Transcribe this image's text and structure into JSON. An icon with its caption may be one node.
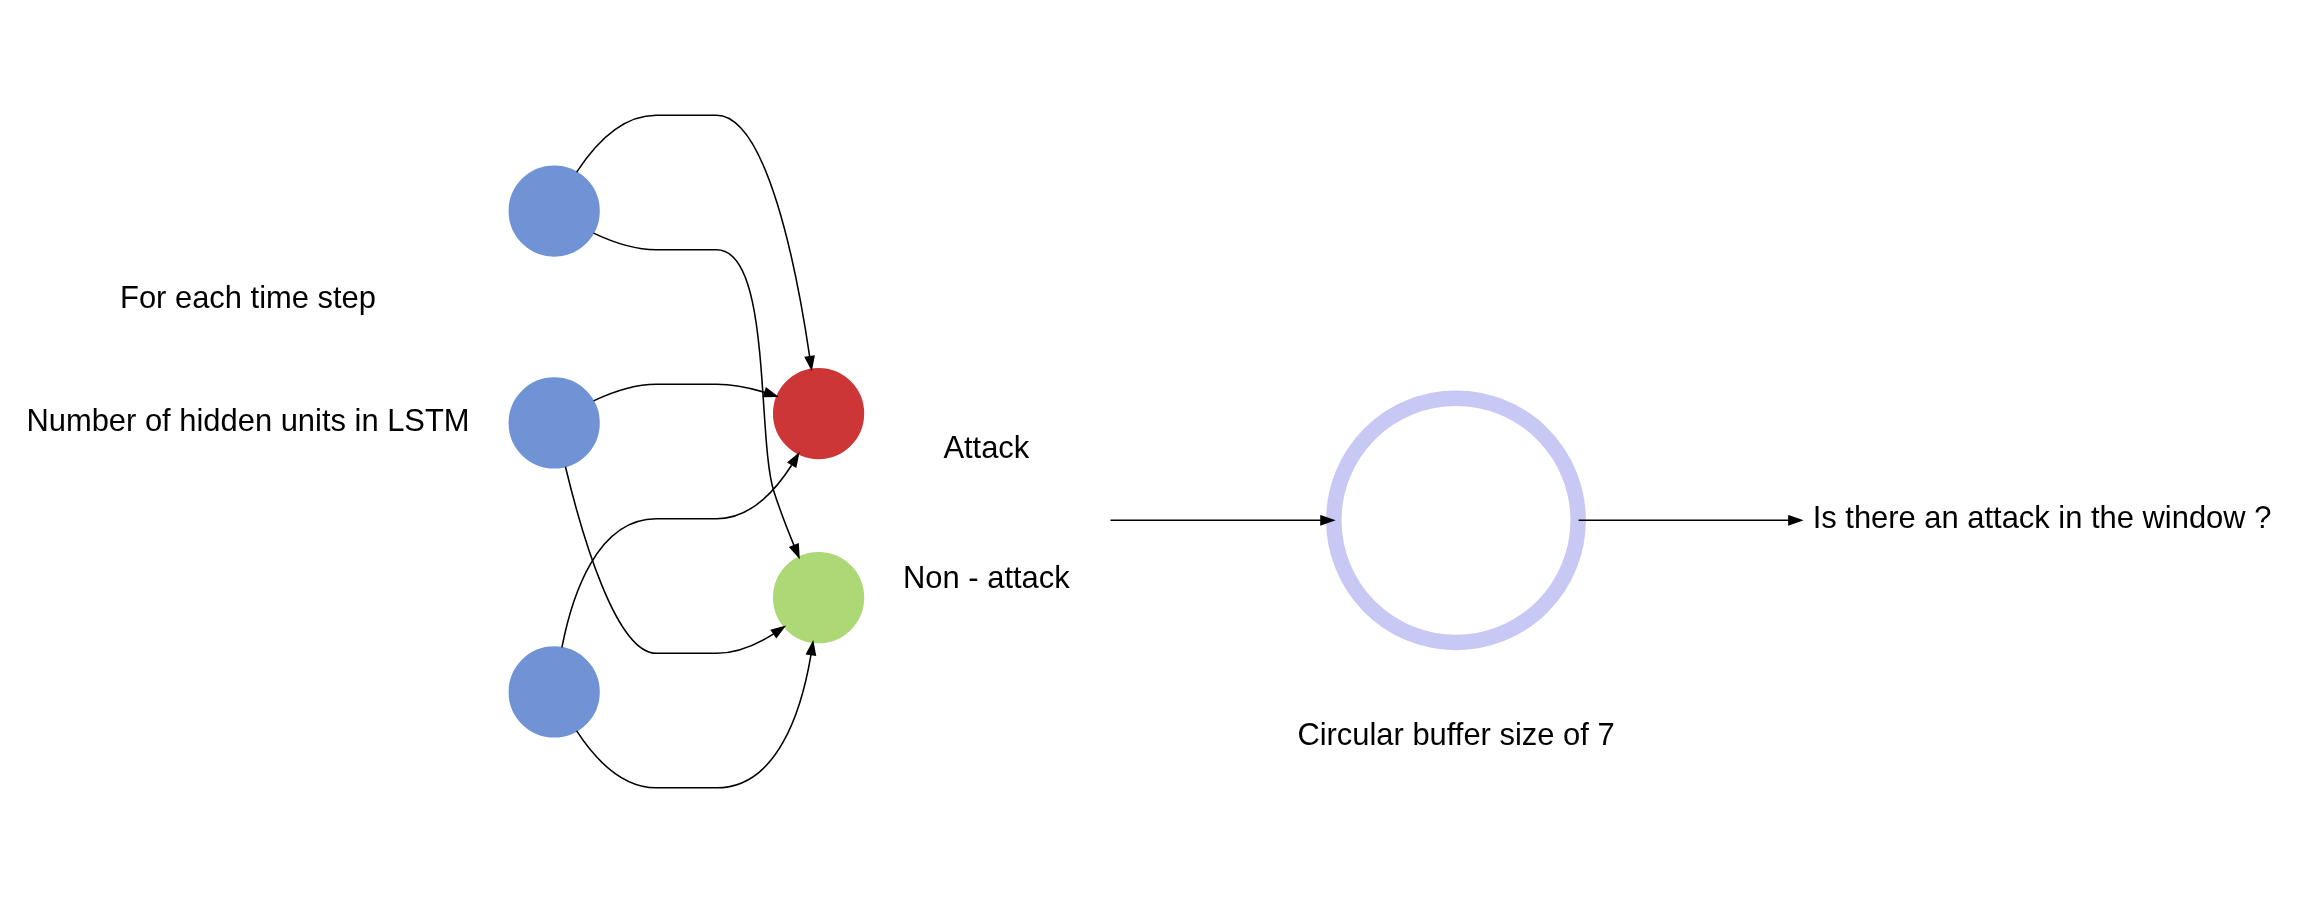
{
  "diagram": {
    "nodes": [
      {
        "text": [],
        "shape": "circle"
      },
      {
        "text": [],
        "shape": "circle"
      },
      {
        "text": [],
        "shape": "circle"
      },
      {
        "text": [],
        "shape": "circle",
        "beside": [
          "Non - attack"
        ]
      },
      {
        "text": [],
        "shape": "circle",
        "beside": [
          "Attack"
        ]
      },
      {
        "text": [],
        "shape": "circle",
        "beside": [
          "Circular buffer size of 7"
        ]
      },
      {
        "text": [
          "Is there an attack in the window ?"
        ]
      }
    ],
    "edges": [
      {
        "from": 0,
        "to": 3,
        "arrow": "to"
      },
      {
        "from": 0,
        "to": 4,
        "arrow": "to"
      },
      {
        "from": 1,
        "to": 3,
        "arrow": "to"
      },
      {
        "from": 1,
        "to": 4,
        "arrow": "to"
      },
      {
        "from": 2,
        "to": 3,
        "arrow": "to"
      },
      {
        "from": 2,
        "to": 4,
        "arrow": "to"
      },
      {
        "from": null,
        "to": 5,
        "arrow": "to"
      },
      {
        "from": 5,
        "to": 6,
        "arrow": "to"
      }
    ],
    "labels": [
      "Number of hidden units in LSTM",
      "For each time step"
    ]
  }
}
